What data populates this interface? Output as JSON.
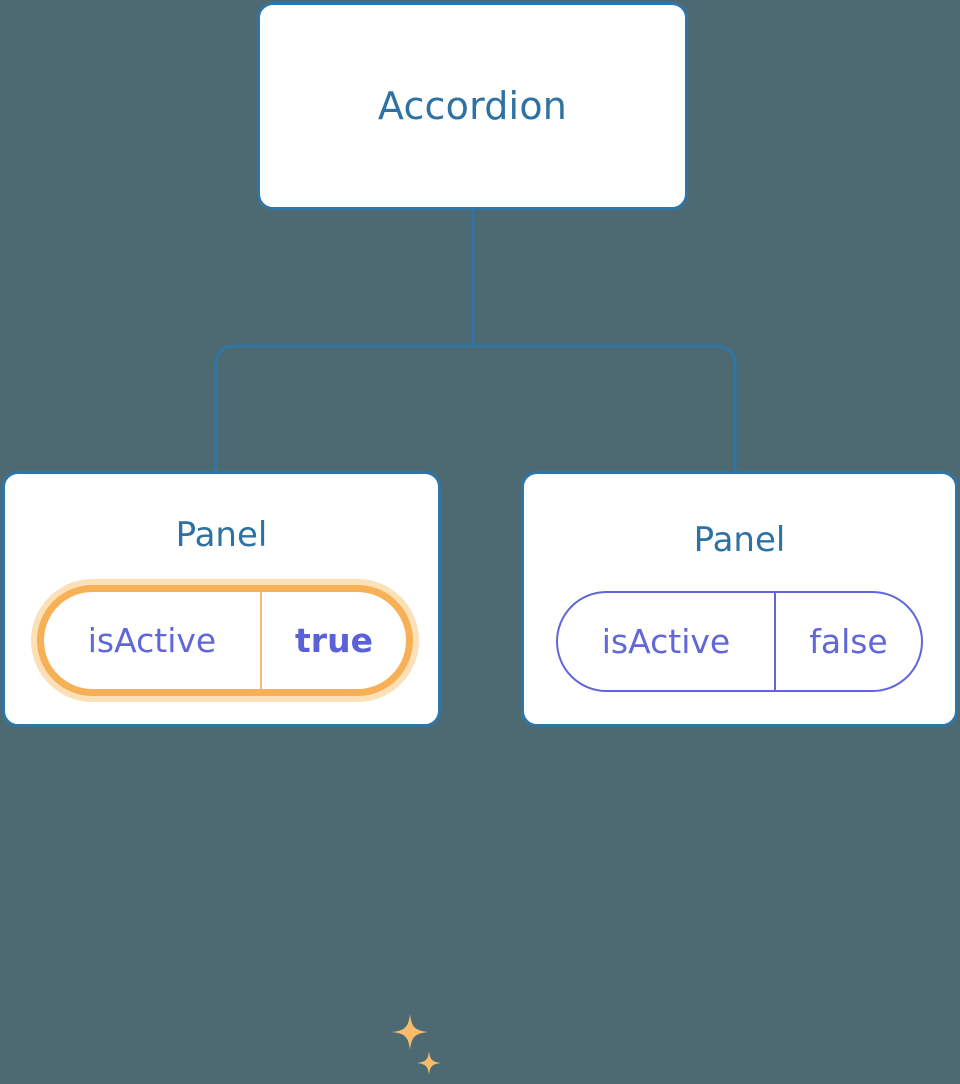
{
  "diagram": {
    "type": "component-tree",
    "background_color": "#4d6a73",
    "node_border_color": "#2f76a8",
    "node_title_color": "#2d72a3",
    "prop_color": "#6067d8",
    "highlight_color": "#f7b055",
    "highlight_glow_color": "#fbe0b8",
    "sparkle_color": "#f7bc6b",
    "root": {
      "title": "Accordion"
    },
    "children": [
      {
        "title": "Panel",
        "highlighted": true,
        "prop": {
          "name": "isActive",
          "value": "true"
        }
      },
      {
        "title": "Panel",
        "highlighted": false,
        "prop": {
          "name": "isActive",
          "value": "false"
        }
      }
    ]
  }
}
